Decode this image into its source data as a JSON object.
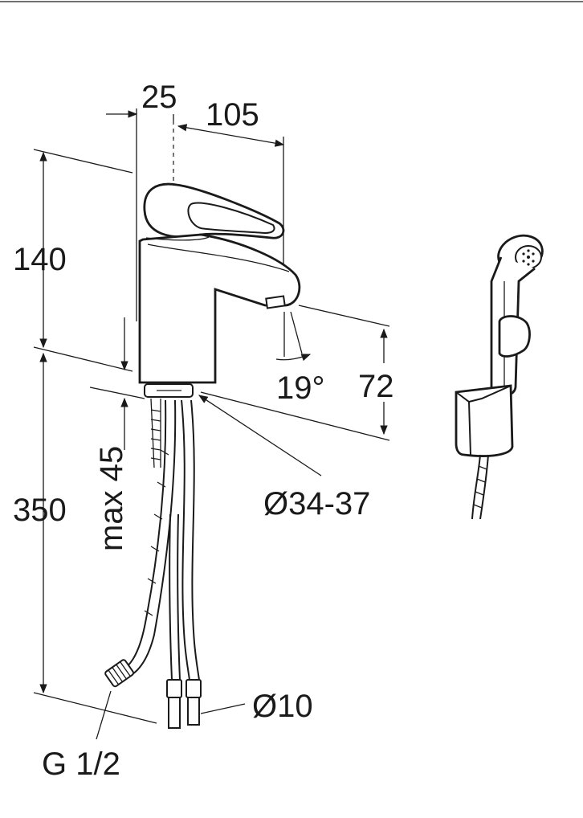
{
  "drawing": {
    "dimensions": {
      "offset": "25",
      "reach": "105",
      "height_body": "140",
      "height_below": "350",
      "deck_thickness": "max 45",
      "spout_height": "72",
      "spout_angle": "19°",
      "hole_diameter": "Ø34-37",
      "hose_end_diameter": "Ø10",
      "thread": "G 1/2"
    }
  }
}
